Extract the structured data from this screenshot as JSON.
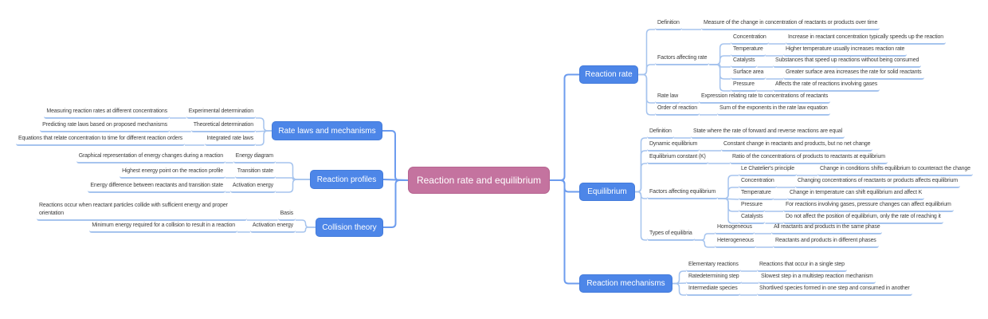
{
  "root": {
    "label": "Reaction rate and equilibrium"
  },
  "colors": {
    "root_bg": "#c4739f",
    "branch_bg": "#4d86e8",
    "wire": "#a6c4ee",
    "wire_strong": "#6d9cee",
    "text": "#3d3d3d",
    "canvas_bg": "#ffffff",
    "node_text": "#ffffff"
  },
  "left_branches": [
    {
      "label": "Rate laws and mechanisms",
      "children": [
        {
          "label": "Experimental determination",
          "desc": "Measuring reaction rates at different concentrations"
        },
        {
          "label": "Theoretical determination",
          "desc": "Predicting rate laws based on proposed mechanisms"
        },
        {
          "label": "Integrated rate laws",
          "desc": "Equations that relate concentration to time for different reaction orders"
        }
      ]
    },
    {
      "label": "Reaction profiles",
      "children": [
        {
          "label": "Energy diagram",
          "desc": "Graphical representation of energy changes during a reaction"
        },
        {
          "label": "Transition state",
          "desc": "Highest energy point on the reaction profile"
        },
        {
          "label": "Activation energy",
          "desc": "Energy difference between reactants and transition state"
        }
      ]
    },
    {
      "label": "Collision theory",
      "children": [
        {
          "label": "Basis",
          "desc": "Reactions occur when reactant particles collide with sufficient energy and proper orientation"
        },
        {
          "label": "Activation energy",
          "desc": "Minimum energy required for a collision to result in a reaction"
        }
      ]
    }
  ],
  "right_branches": [
    {
      "label": "Reaction rate",
      "children": [
        {
          "label": "Definition",
          "desc": "Measure of the change in concentration of reactants or products over time"
        },
        {
          "label": "Factors affecting rate",
          "children": [
            {
              "label": "Concentration",
              "desc": "Increase in reactant concentration typically speeds up the reaction"
            },
            {
              "label": "Temperature",
              "desc": "Higher temperature usually increases reaction rate"
            },
            {
              "label": "Catalysts",
              "desc": "Substances that speed up reactions without being consumed"
            },
            {
              "label": "Surface area",
              "desc": "Greater surface area increases the rate for solid reactants"
            },
            {
              "label": "Pressure",
              "desc": "Affects the rate of reactions involving gases"
            }
          ]
        },
        {
          "label": "Rate law",
          "desc": "Expression relating rate to concentrations of reactants"
        },
        {
          "label": "Order of reaction",
          "desc": "Sum of the exponents in the rate law equation"
        }
      ]
    },
    {
      "label": "Equilibrium",
      "children": [
        {
          "label": "Definition",
          "desc": "State where the rate of forward and reverse reactions are equal"
        },
        {
          "label": "Dynamic equilibrium",
          "desc": "Constant change in reactants and products, but no net change"
        },
        {
          "label": "Equilibrium constant (K)",
          "desc": "Ratio of the concentrations of products to reactants at equilibrium"
        },
        {
          "label": "Factors affecting equilibrium",
          "children": [
            {
              "label": "Le Chatelier's principle",
              "desc": "Change in conditions shifts equilibrium to counteract the change"
            },
            {
              "label": "Concentration",
              "desc": "Changing concentrations of reactants or products affects equilibrium"
            },
            {
              "label": "Temperature",
              "desc": "Change in temperature can shift equilibrium and affect K"
            },
            {
              "label": "Pressure",
              "desc": "For reactions involving gases, pressure changes can affect equilibrium"
            },
            {
              "label": "Catalysts",
              "desc": "Do not affect the position of equilibrium, only the rate of reaching it"
            }
          ]
        },
        {
          "label": "Types of equilibria",
          "children": [
            {
              "label": "Homogeneous",
              "desc": "All reactants and products in the same phase"
            },
            {
              "label": "Heterogeneous",
              "desc": "Reactants and products in different phases"
            }
          ]
        }
      ]
    },
    {
      "label": "Reaction mechanisms",
      "children": [
        {
          "label": "Elementary reactions",
          "desc": "Reactions that occur in a single step"
        },
        {
          "label": "Ratedetermining step",
          "desc": "Slowest step in a multistep reaction mechanism"
        },
        {
          "label": "Intermediate species",
          "desc": "Shortlived species formed in one step and consumed in another"
        }
      ]
    }
  ]
}
